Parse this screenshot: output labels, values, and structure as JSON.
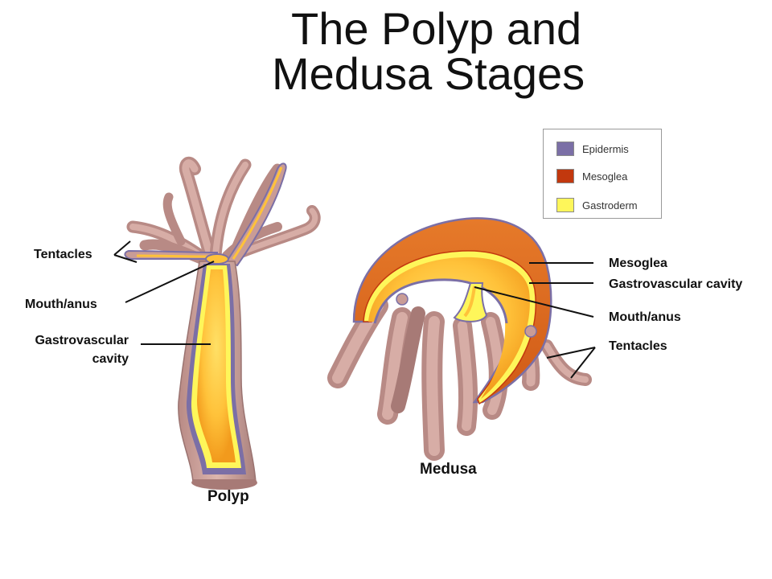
{
  "title": {
    "line1": "The Polyp and",
    "line2": "Medusa Stages"
  },
  "legend": {
    "items": [
      {
        "label": "Epidermis",
        "color": "#7b6fa6"
      },
      {
        "label": "Mesoglea",
        "color": "#c2380e"
      },
      {
        "label": "Gastroderm",
        "color": "#fef65a"
      }
    ]
  },
  "polyp": {
    "name": "Polyp",
    "labels": {
      "tentacles": "Tentacles",
      "mouth": "Mouth/anus",
      "cavity_line1": "Gastrovascular",
      "cavity_line2": "cavity"
    }
  },
  "medusa": {
    "name": "Medusa",
    "labels": {
      "mesoglea": "Mesoglea",
      "cavity": "Gastrovascular cavity",
      "mouth": "Mouth/anus",
      "tentacles": "Tentacles"
    }
  },
  "colors": {
    "tissue_body": "#c9a09a",
    "tissue_shadow": "#a77a76",
    "epidermis": "#7b6fa6",
    "mesoglea": "#c2380e",
    "gastroderm": "#fef65a",
    "cavity": "#ffc23a",
    "bell_outer": "#df6f22"
  }
}
